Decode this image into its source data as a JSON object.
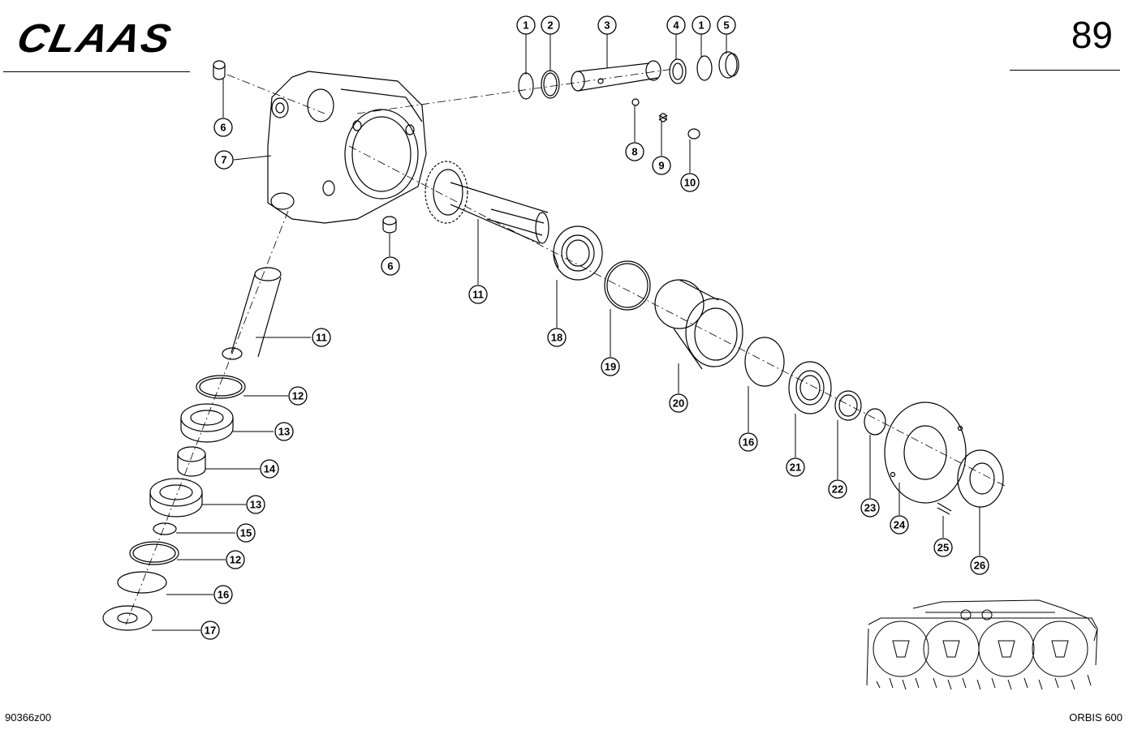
{
  "brand": "CLAAS",
  "page_number": "89",
  "drawing_code": "90366z00",
  "model": "ORBIS 600",
  "callouts": [
    "1",
    "2",
    "3",
    "4",
    "1",
    "5",
    "6",
    "7",
    "8",
    "9",
    "10",
    "6",
    "11",
    "11",
    "18",
    "19",
    "20",
    "16",
    "21",
    "22",
    "23",
    "24",
    "25",
    "26",
    "12",
    "13",
    "14",
    "13",
    "15",
    "12",
    "16",
    "17"
  ]
}
